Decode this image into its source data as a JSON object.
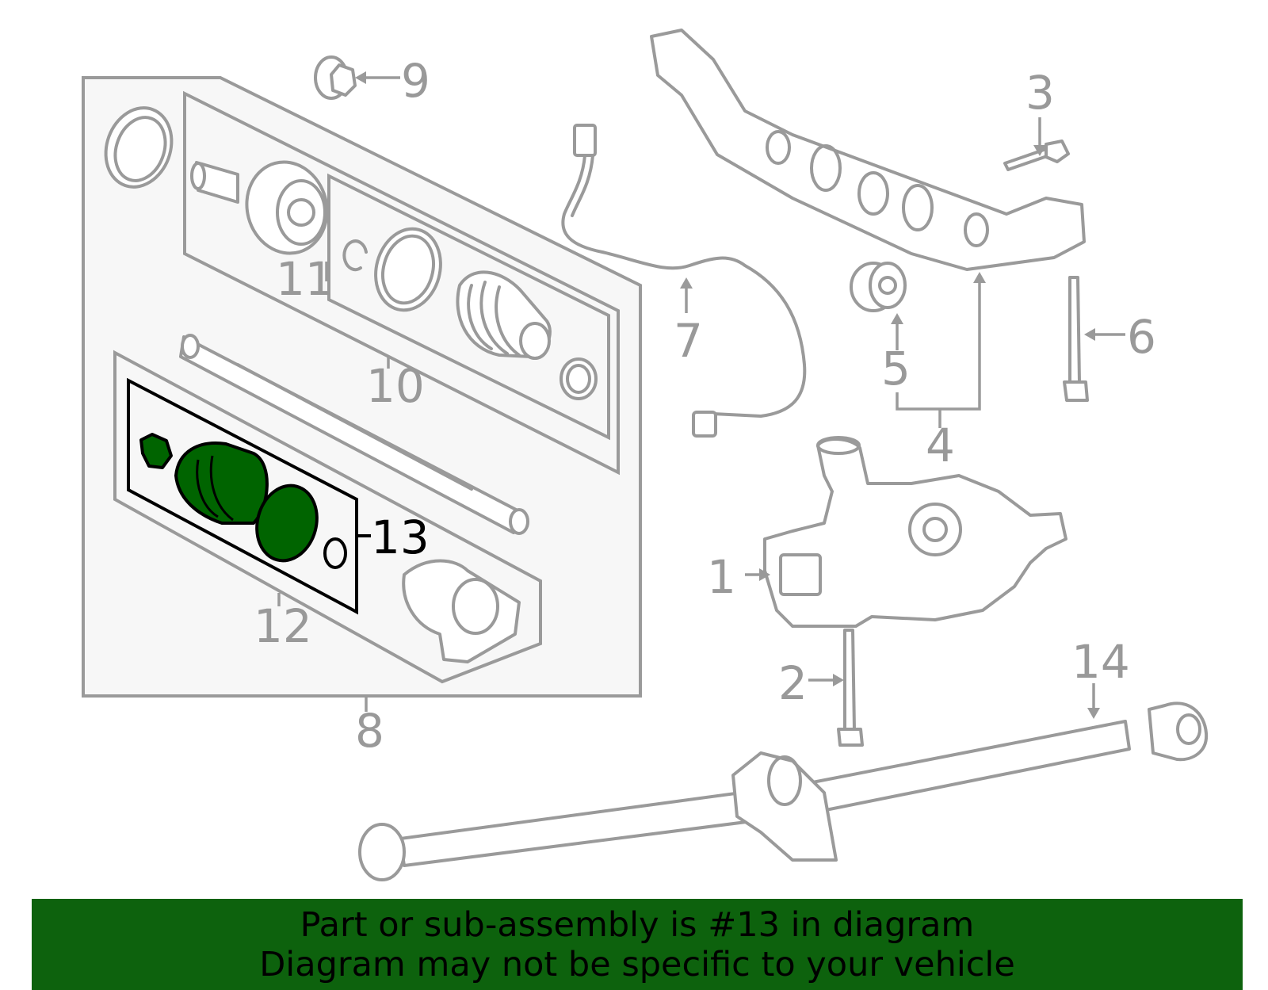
{
  "callouts": {
    "c1": "1",
    "c2": "2",
    "c3": "3",
    "c4": "4",
    "c5": "5",
    "c6": "6",
    "c7": "7",
    "c8": "8",
    "c9": "9",
    "c10": "10",
    "c11": "11",
    "c12": "12",
    "c13": "13",
    "c14": "14"
  },
  "highlight": {
    "part": "13",
    "color": "#006400"
  },
  "banner": {
    "line1": "Part or sub-assembly is #13 in diagram",
    "line2": "Diagram may not be specific to your vehicle",
    "background": "#0d620d"
  }
}
